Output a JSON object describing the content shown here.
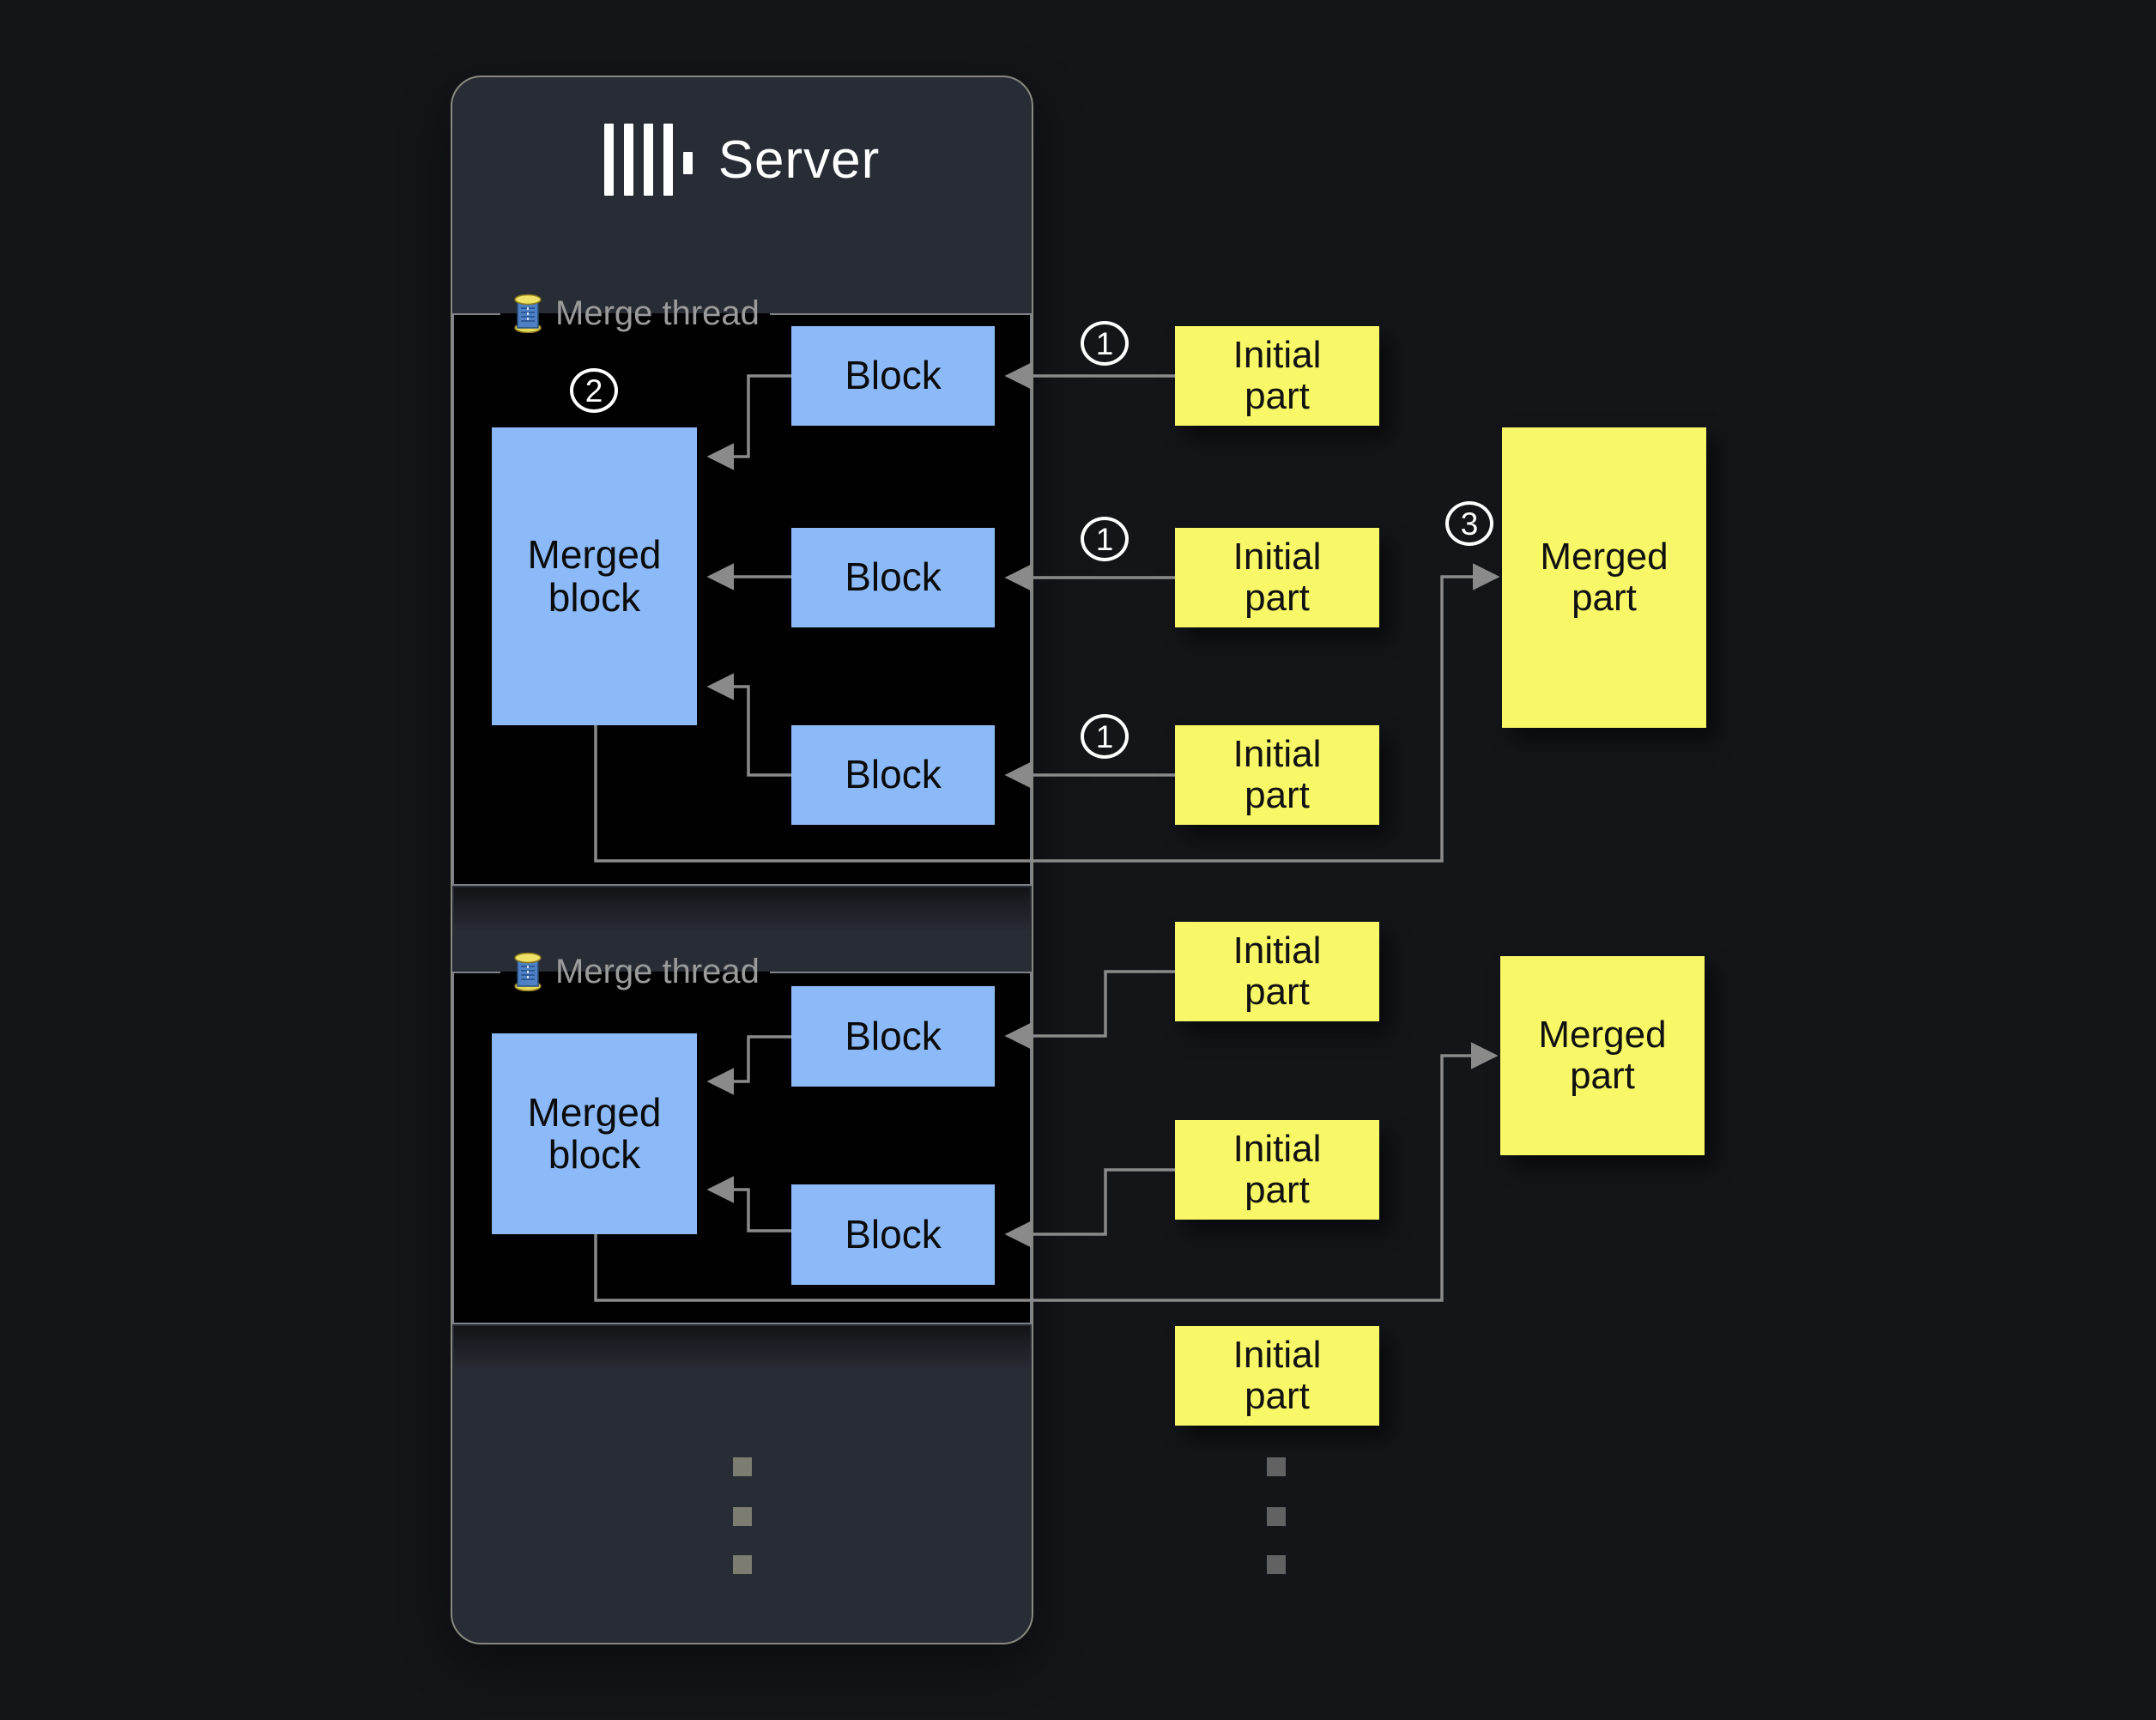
{
  "header": {
    "title": "Server",
    "logo": "clickhouse-bars-logo"
  },
  "sections": [
    {
      "label": "Merge thread",
      "icon": "thread-spool-icon",
      "merged_block": {
        "label": "Merged block",
        "badge": "2"
      },
      "blocks": [
        {
          "label": "Block"
        },
        {
          "label": "Block"
        },
        {
          "label": "Block"
        }
      ]
    },
    {
      "label": "Merge thread",
      "icon": "thread-spool-icon",
      "merged_block": {
        "label": "Merged block"
      },
      "blocks": [
        {
          "label": "Block"
        },
        {
          "label": "Block"
        }
      ]
    }
  ],
  "initial_parts": [
    {
      "label": "Initial part",
      "badge": "1"
    },
    {
      "label": "Initial part",
      "badge": "1"
    },
    {
      "label": "Initial part",
      "badge": "1"
    },
    {
      "label": "Initial part"
    },
    {
      "label": "Initial part"
    },
    {
      "label": "Initial part"
    }
  ],
  "merged_parts": [
    {
      "label": "Merged part",
      "badge": "3"
    },
    {
      "label": "Merged part"
    }
  ],
  "colors": {
    "page_bg": "#141519",
    "panel_bg": "#282c34",
    "panel_border": "#87897f",
    "box_bg": "#010101",
    "box_border": "#7e8187",
    "block_fill": "#8cbaf8",
    "block_text": "#0b0b0b",
    "note_fill": "#f7f768",
    "note_text": "#111111",
    "line": "#8a8a8a",
    "label_text": "#9b9b9b",
    "title_text": "#ffffff",
    "badge": "#ffffff",
    "dot_left": "#7c7c71",
    "dot_right": "#626262"
  }
}
